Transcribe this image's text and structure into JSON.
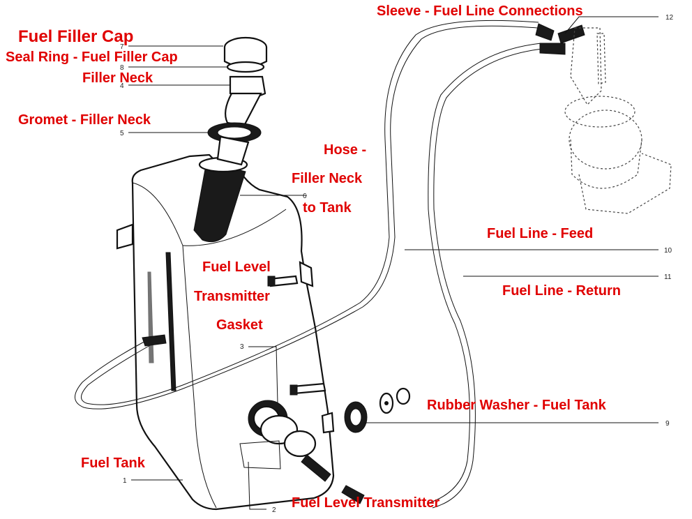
{
  "labels": {
    "fuel_filler_cap": "Fuel Filler Cap",
    "seal_ring": "Seal Ring - Fuel Filler Cap",
    "filler_neck": "Filler Neck",
    "gromet": "Gromet - Filler Neck",
    "hose_line1": "Hose -",
    "hose_line2": "Filler Neck",
    "hose_line3": "to Tank",
    "sleeve": "Sleeve - Fuel Line Connections",
    "fuel_line_feed": "Fuel Line - Feed",
    "fuel_line_return": "Fuel Line - Return",
    "fuel_level_transmitter_line1": "Fuel Level",
    "fuel_level_transmitter_line2": "Transmitter",
    "gasket": "Gasket",
    "rubber_washer": "Rubber Washer - Fuel Tank",
    "fuel_tank": "Fuel Tank",
    "fuel_level_transmitter": "Fuel Level Transmitter"
  },
  "part_numbers": {
    "n1": "1",
    "n2": "2",
    "n3": "3",
    "n4": "4",
    "n5": "5",
    "n6": "6",
    "n7": "7",
    "n8": "8",
    "n9": "9",
    "n10": "10",
    "n11": "11",
    "n12": "12"
  },
  "colors": {
    "label": "#e00000",
    "line": "#111111",
    "background": "#ffffff"
  }
}
